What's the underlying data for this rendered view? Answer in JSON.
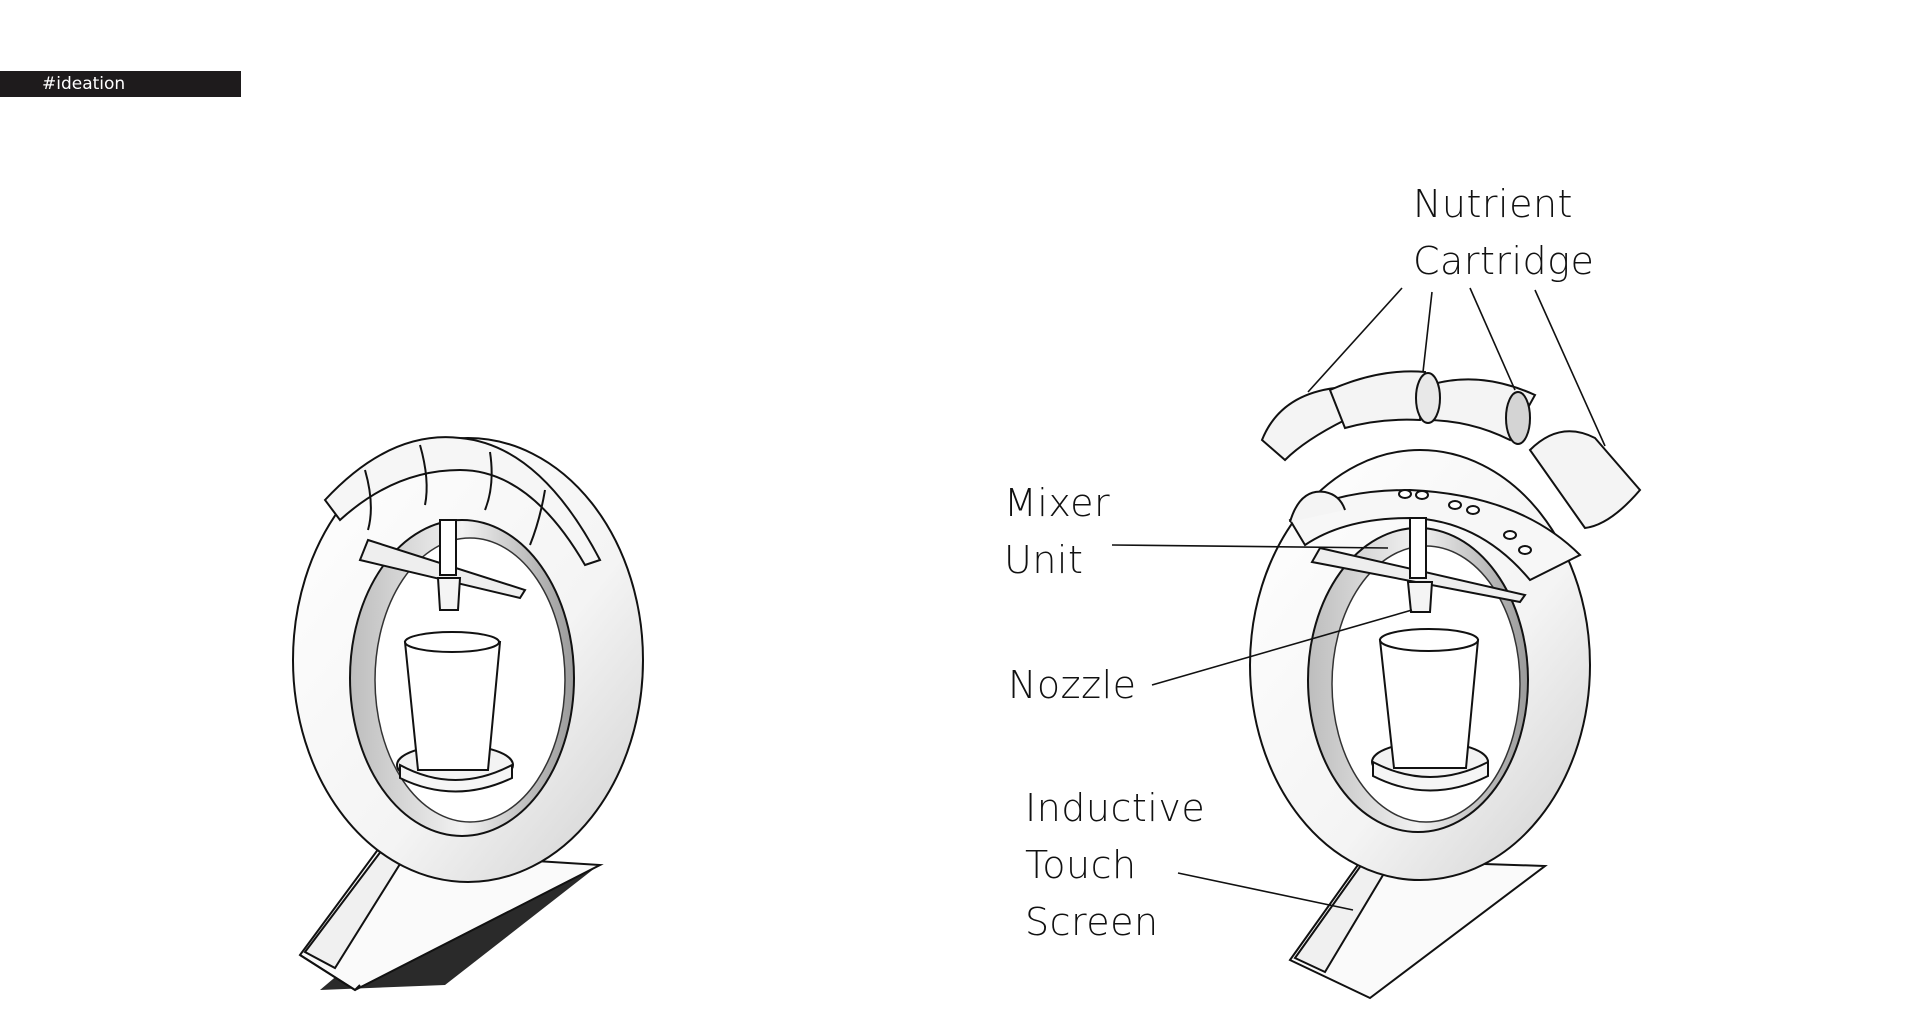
{
  "tag": {
    "text": "#ideation"
  },
  "labels": {
    "nutrient_cartridge": [
      "Nutrient",
      "Cartridge"
    ],
    "mixer_unit": [
      "Mixer",
      "Unit"
    ],
    "nozzle": [
      "Nozzle"
    ],
    "inductive_touch_screen": [
      "Inductive",
      "Touch",
      "Screen"
    ]
  },
  "colors": {
    "ink": "#111111",
    "tag_background": "#1e1b1c",
    "tag_text": "#ffffff",
    "shadow": "#2a2a2a"
  }
}
